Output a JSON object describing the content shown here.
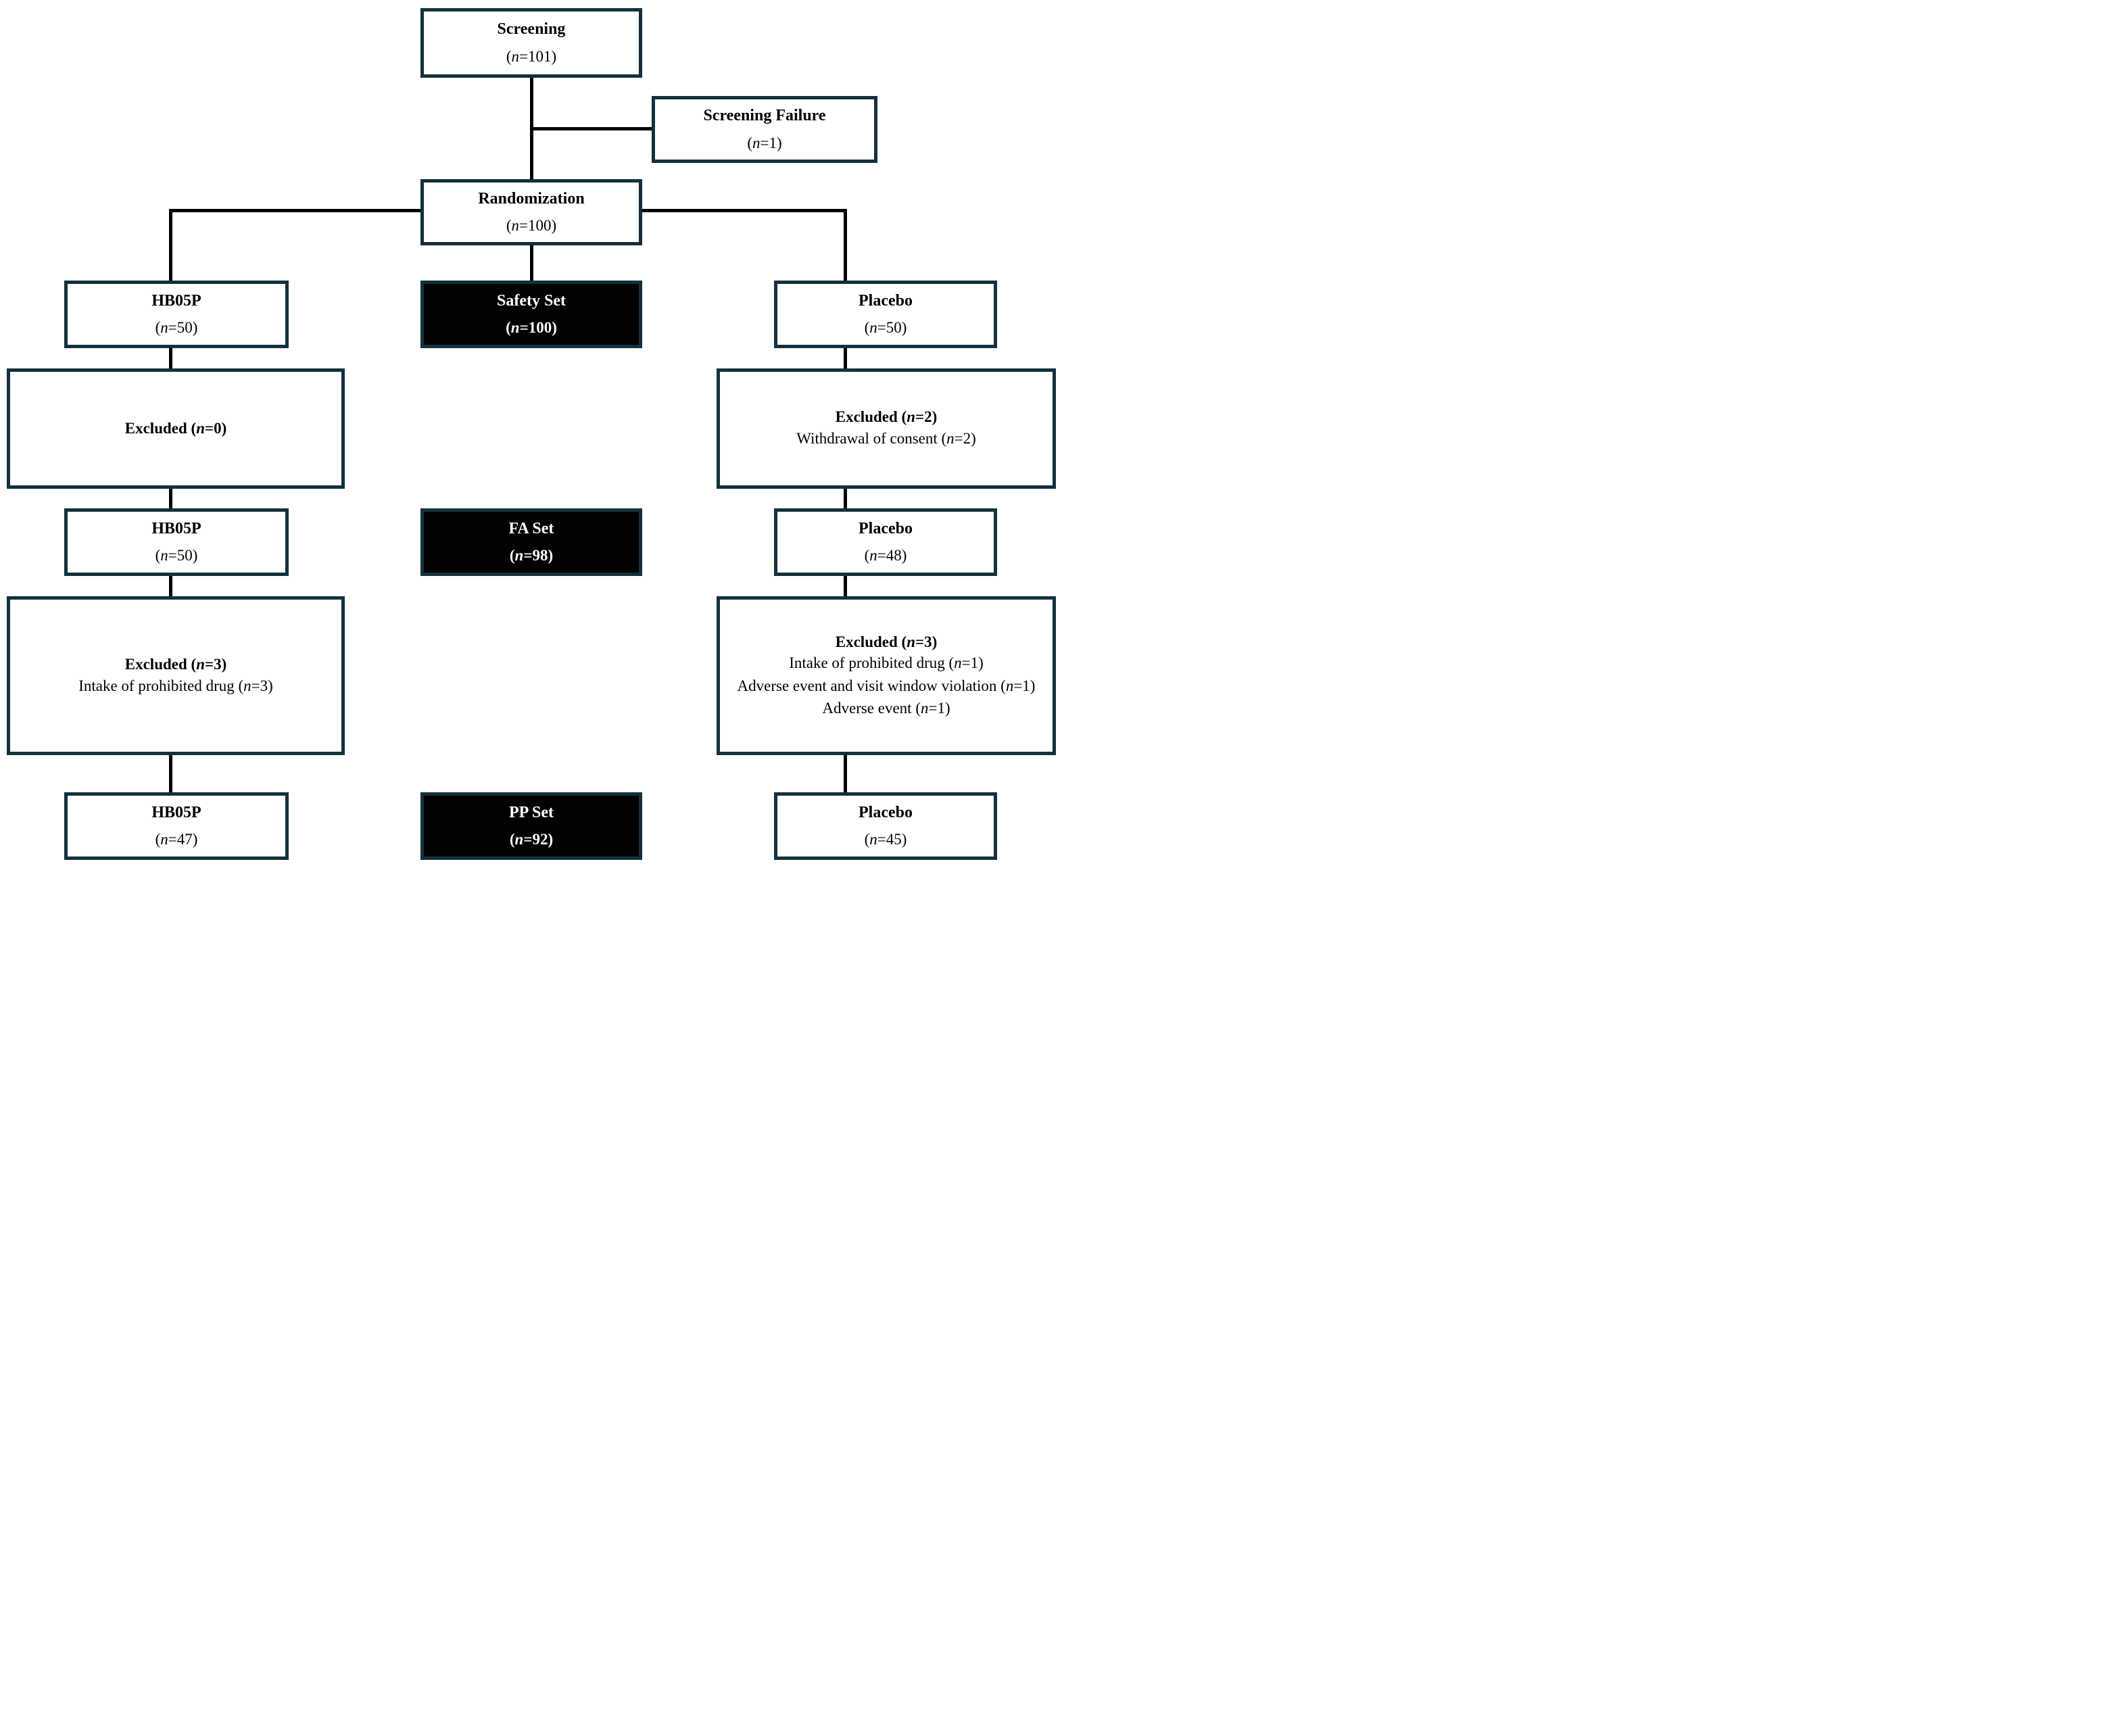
{
  "figure": {
    "type": "clinical-trial-participant-flow-diagram",
    "colors": {
      "box_border": "#14303e",
      "set_box_fill": "#020202",
      "set_box_text": "#ffffff",
      "text": "#000000",
      "connector": "#000000",
      "background": "#ffffff"
    }
  },
  "nodes": {
    "screening": {
      "title": "Screening",
      "subtitle": "(n=101)"
    },
    "screening_failure": {
      "title": "Screening Failure",
      "subtitle": "(n=1)"
    },
    "randomization": {
      "title": "Randomization",
      "subtitle": "(n=100)"
    },
    "hb05p_randomized": {
      "title": "HB05P",
      "subtitle": "(n=50)"
    },
    "safety_set": {
      "title": "Safety Set",
      "subtitle": "(n=100)"
    },
    "placebo_randomized": {
      "title": "Placebo",
      "subtitle": "(n=50)"
    },
    "excluded_hb05p_fa": {
      "title": "Excluded (n=0)",
      "reasons": []
    },
    "excluded_placebo_fa": {
      "title": "Excluded (n=2)",
      "reasons": [
        "Withdrawal of consent (n=2)"
      ]
    },
    "hb05p_fa": {
      "title": "HB05P",
      "subtitle": "(n=50)"
    },
    "fa_set": {
      "title": "FA Set",
      "subtitle": "(n=98)"
    },
    "placebo_fa": {
      "title": "Placebo",
      "subtitle": "(n=48)"
    },
    "excluded_hb05p_pp": {
      "title": "Excluded (n=3)",
      "reasons": [
        "Intake of prohibited drug (n=3)"
      ]
    },
    "excluded_placebo_pp": {
      "title": "Excluded (n=3)",
      "reasons": [
        "Intake of prohibited drug (n=1)",
        "Adverse event and visit window violation (n=1)",
        "Adverse event (n=1)"
      ]
    },
    "hb05p_pp": {
      "title": "HB05P",
      "subtitle": "(n=47)"
    },
    "pp_set": {
      "title": "PP Set",
      "subtitle": "(n=92)"
    },
    "placebo_pp": {
      "title": "Placebo",
      "subtitle": "(n=45)"
    }
  }
}
